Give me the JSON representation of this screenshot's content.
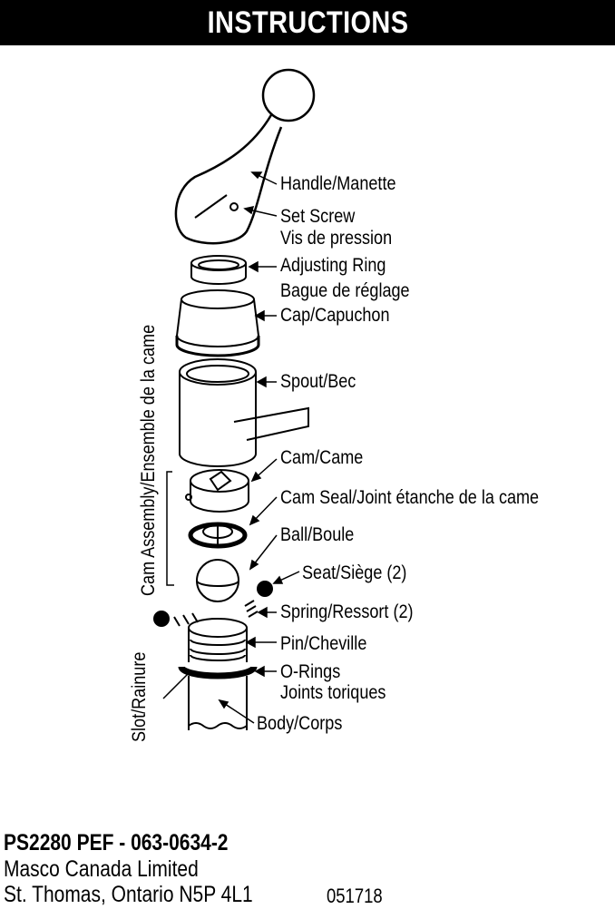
{
  "header": {
    "title": "INSTRUCTIONS"
  },
  "labels": {
    "handle": "Handle/Manette",
    "set_screw": "Set Screw",
    "set_screw_fr": "Vis de pression",
    "adjusting_ring": "Adjusting Ring",
    "adjusting_ring_fr": "Bague de réglage",
    "cap": "Cap/Capuchon",
    "spout": "Spout/Bec",
    "cam": "Cam/Came",
    "cam_seal": "Cam Seal/Joint étanche de la came",
    "ball": "Ball/Boule",
    "seat": "Seat/Siège (2)",
    "spring": "Spring/Ressort (2)",
    "pin": "Pin/Cheville",
    "o_rings": "O-Rings",
    "o_rings_fr": "Joints toriques",
    "body": "Body/Corps",
    "cam_assembly": "Cam Assembly/Ensemble de la came",
    "slot": "Slot/Rainure"
  },
  "footer": {
    "part_number": "PS2280 PEF - 063-0634-2",
    "company": "Masco Canada Limited",
    "address": "St. Thomas, Ontario  N5P 4L1",
    "code": "051718"
  }
}
